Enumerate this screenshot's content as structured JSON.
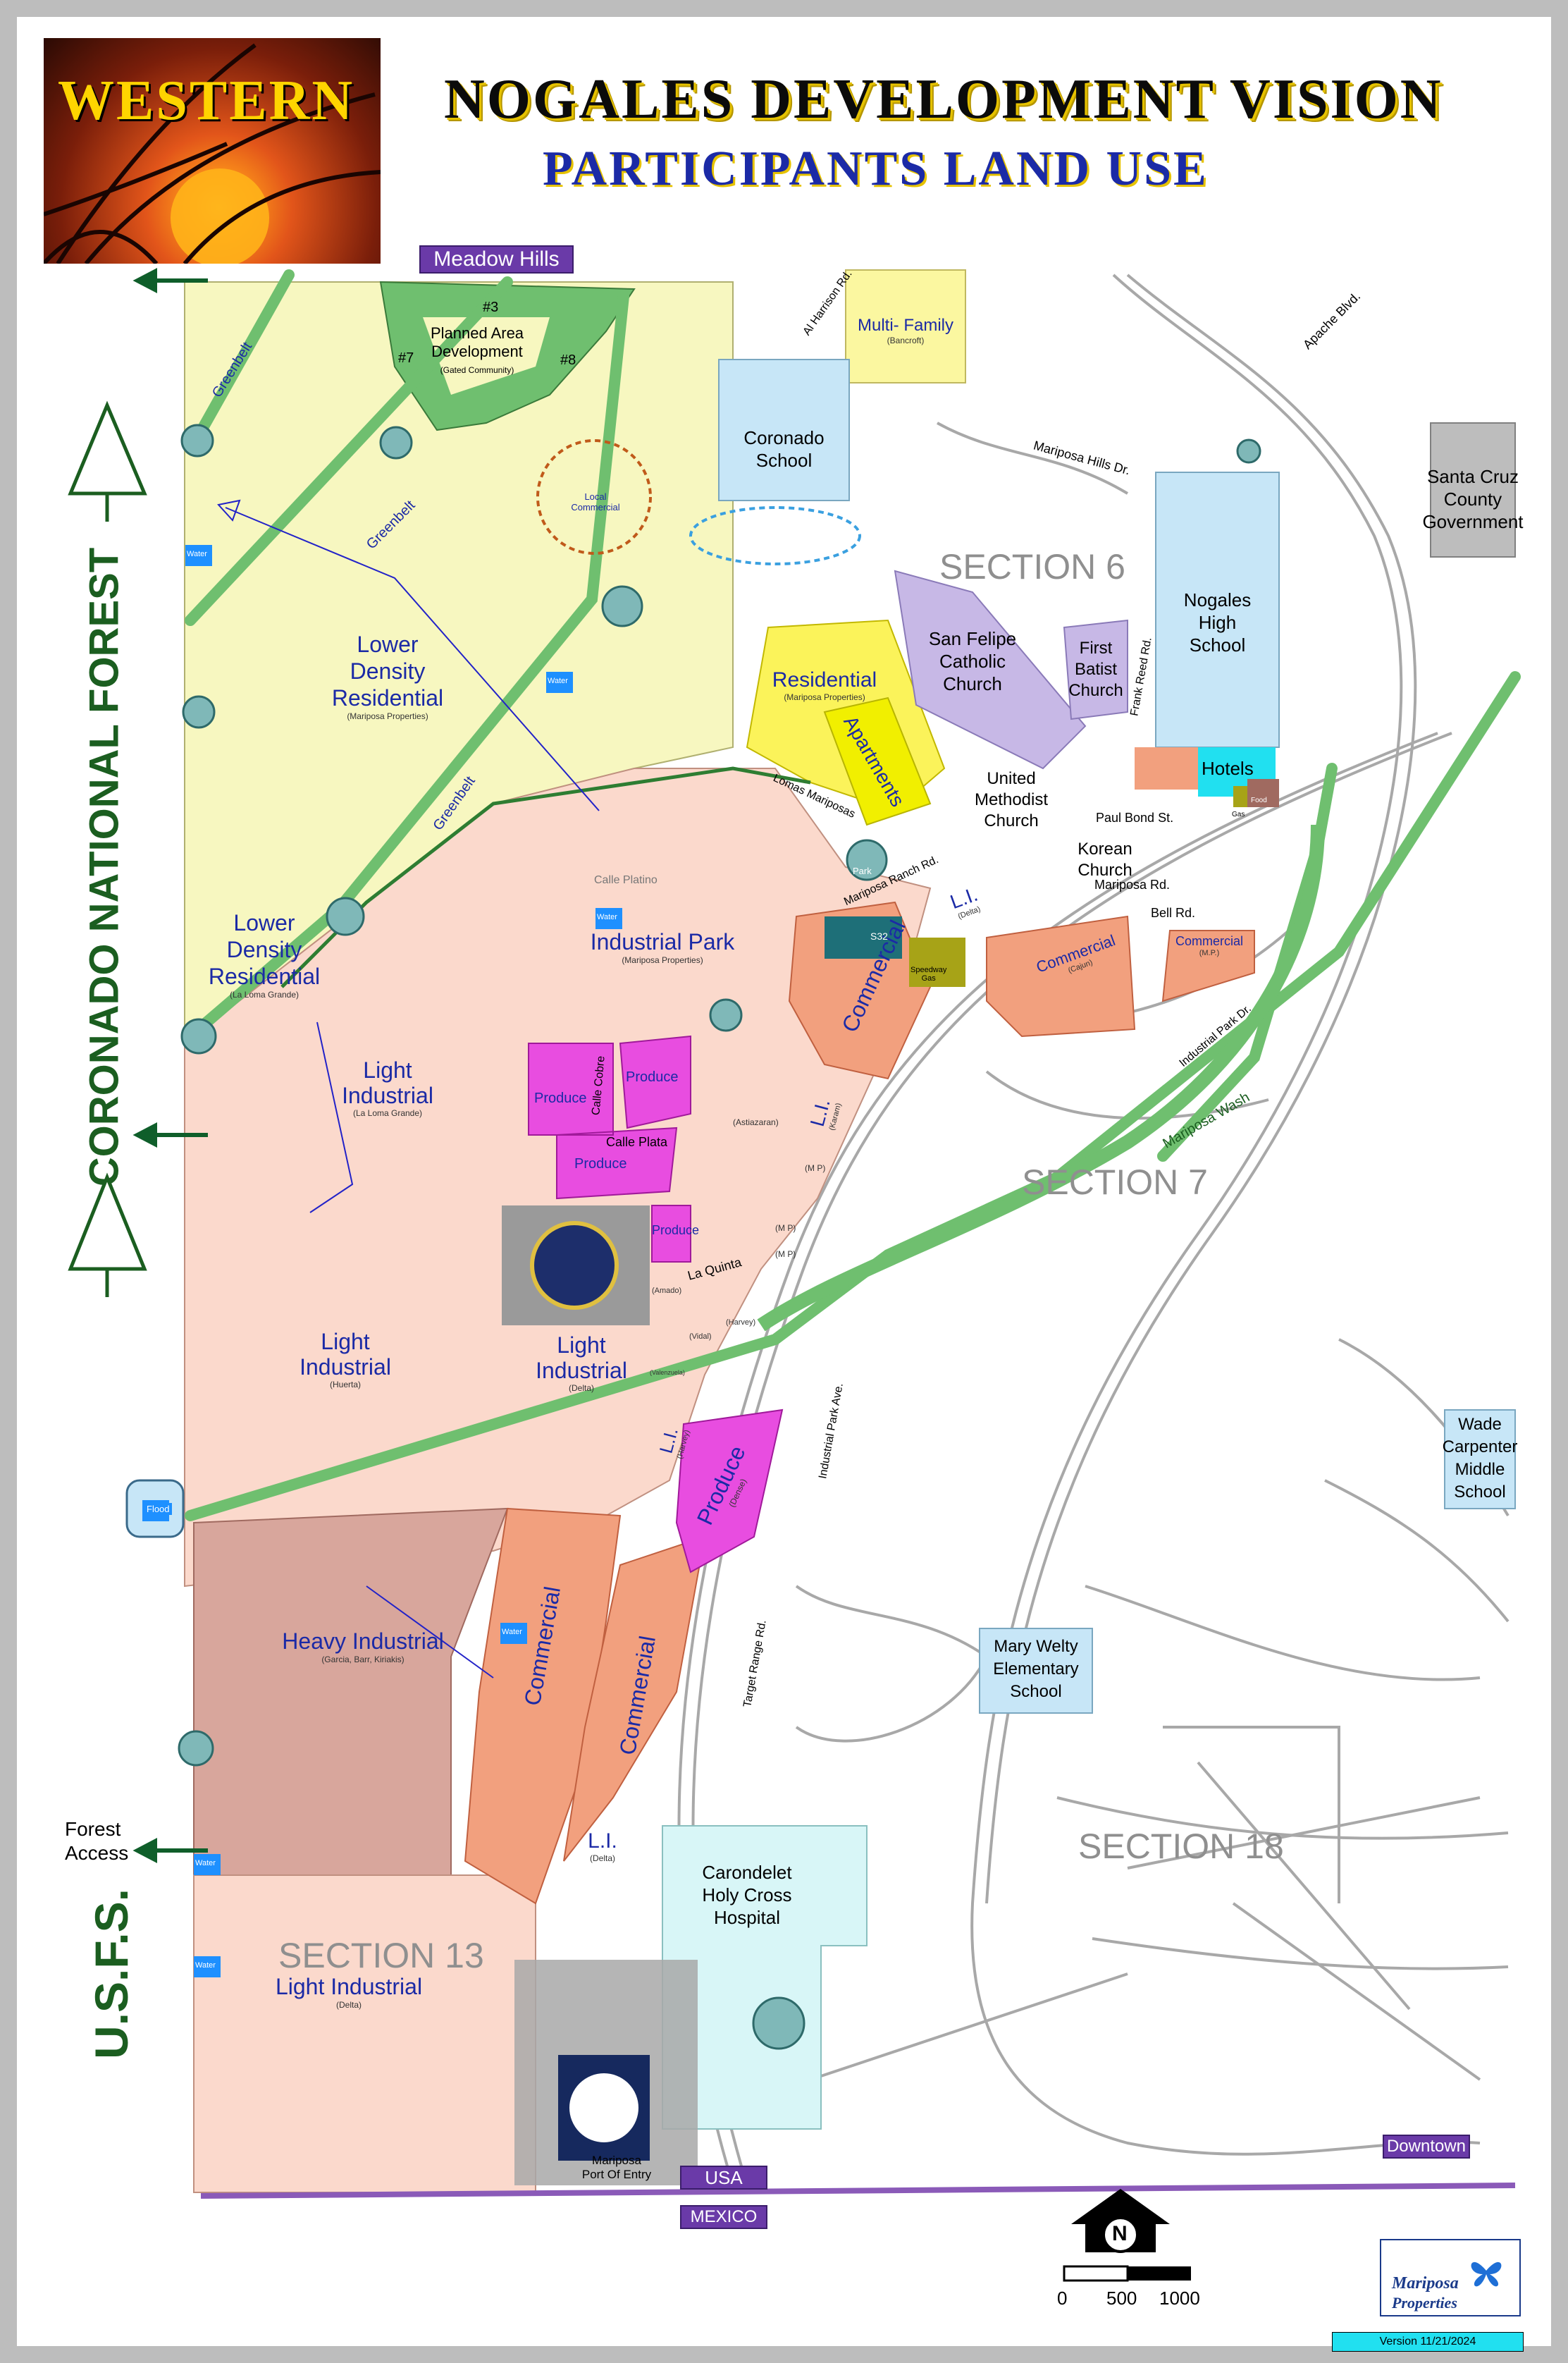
{
  "header": {
    "brand": "WESTERN",
    "title": "NOGALES DEVELOPMENT VISION",
    "subtitle": "PARTICIPANTS LAND USE"
  },
  "side": {
    "forest": "CORONADO NATIONAL FOREST",
    "usfs": "U.S.F.S.",
    "forest_access_1": "Forest",
    "forest_access_2": "Access"
  },
  "tags": {
    "meadow": "Meadow Hills",
    "usa": "USA",
    "mexico": "MEXICO",
    "downtown": "Downtown"
  },
  "sections": {
    "s6": "SECTION 6",
    "s7": "SECTION 7",
    "s13": "SECTION 13",
    "s18": "SECTION 18"
  },
  "zones": {
    "lower_res_1": "Lower",
    "lower_res_2": "Density",
    "lower_res_3": "Residential",
    "lower_res_owner_a": "(Mariposa Properties)",
    "lower_res_owner_b": "(La Loma Grande)",
    "industrial_park": "Industrial Park",
    "industrial_park_owner": "(Mariposa Properties)",
    "light_ind_1": "Light",
    "light_ind_2": "Industrial",
    "li_loma": "(La Loma Grande)",
    "li_huerta": "(Huerta)",
    "li_delta": "(Delta)",
    "heavy": "Heavy Industrial",
    "heavy_owner": "(Garcia, Barr, Kiriakis)",
    "commercial": "Commercial",
    "commercial_owner": "(Mariposa Properties)",
    "li_short": "L.I.",
    "produce": "Produce",
    "residential": "Residential",
    "residential_owner": "(Mariposa Properties)",
    "apartments": "Apartments",
    "multi_family": "Multi- Family",
    "bancroft": "(Bancroft)",
    "pad_1": "Planned Area",
    "pad_2": "Development",
    "pad_3": "(Gated Community)",
    "local_commercial_1": "Local",
    "local_commercial_2": "Commercial",
    "light_industrial_s13": "Light Industrial",
    "hotels": "Hotels",
    "gas": "Gas",
    "food": "Food",
    "park": "Park",
    "s32": "S32",
    "speedway": "Speedway",
    "mp": "(M P)",
    "mp2": "(M.P.)",
    "cajun": "(Cajun)",
    "karam": "(Karam)",
    "harvey": "(Harvey)",
    "astiazaran": "(Astiazaran)",
    "amado": "(Amado)",
    "vidal": "(Vidal)",
    "valenzuela": "(Valenzuela)",
    "dense": "(Dense)",
    "flood": "Flood",
    "water": "Water",
    "p3": "#3",
    "p7": "#7",
    "p8": "#8"
  },
  "institutions": {
    "coronado_1": "Coronado",
    "coronado_2": "School",
    "santa_cruz_1": "Santa Cruz",
    "santa_cruz_2": "County",
    "santa_cruz_3": "Government",
    "nhs_1": "Nogales",
    "nhs_2": "High",
    "nhs_3": "School",
    "sanfelipe_1": "San Felipe",
    "sanfelipe_2": "Catholic",
    "sanfelipe_3": "Church",
    "first_1": "First",
    "first_2": "Batist",
    "first_3": "Church",
    "methodist_1": "United",
    "methodist_2": "Methodist",
    "methodist_3": "Church",
    "korean_1": "Korean",
    "korean_2": "Church",
    "wade_1": "Wade",
    "wade_2": "Carpenter",
    "wade_3": "Middle",
    "wade_4": "School",
    "welty_1": "Mary Welty",
    "welty_2": "Elementary",
    "welty_3": "School",
    "carondelet_1": "Carondelet",
    "carondelet_2": "Holy Cross",
    "carondelet_3": "Hospital",
    "port_1": "Mariposa",
    "port_2": "Port Of Entry"
  },
  "streets": {
    "greenbelt": "Greenbelt",
    "al_harrison": "Al Harrison Rd.",
    "mariposa_hills": "Mariposa Hills Dr.",
    "apache": "Apache Blvd.",
    "frank_reed": "Frank Reed Rd.",
    "paul_bond": "Paul Bond St.",
    "lomas": "Lomas Mariposas",
    "mariposa_ranch": "Mariposa Ranch Rd.",
    "mariposa_rd": "Mariposa Rd.",
    "bell": "Bell Rd.",
    "industrial_park_dr": "Industrial Park Dr.",
    "mariposa_wash": "Mariposa Wash",
    "calle_platino": "Calle Platino",
    "calle_cobre": "Calle Cobre",
    "calle_plata": "Calle Plata",
    "la_quinta": "La Quinta",
    "industrial_park_ave": "Industrial Park Ave.",
    "target_range": "Target Range Rd."
  },
  "legend": {
    "north": "N",
    "scale_0": "0",
    "scale_500": "500",
    "scale_1000": "1000",
    "logo_1": "Mariposa",
    "logo_2": "Properties",
    "version": "Version  11/21/2024"
  },
  "colors": {
    "low_density": "#f7f7c0",
    "industrial_pink": "#fbd9cc",
    "heavy": "#d8a69c",
    "commercial": "#f2a07e",
    "produce": "#e84de0",
    "greenbelt": "#6fbf6f",
    "school": "#c7e6f7",
    "church": "#c7b8e6",
    "hotel": "#21e0f0",
    "hospital": "#d8f6f7",
    "tag": "#6a3aa8"
  }
}
